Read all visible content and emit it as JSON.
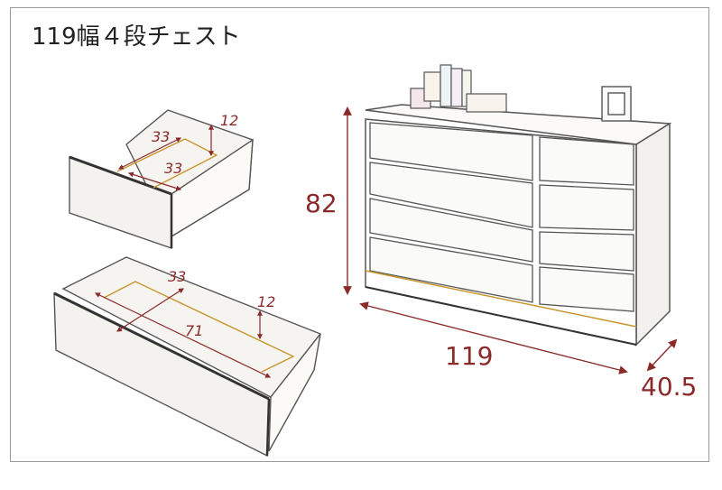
{
  "title": "119幅４段チェスト",
  "chest": {
    "height": "82",
    "width": "119",
    "depth": "40.5"
  },
  "small_drawer": {
    "inner_width": "33",
    "inner_depth": "33",
    "inner_height": "12"
  },
  "large_drawer": {
    "inner_depth": "33",
    "inner_width": "71",
    "inner_height": "12"
  },
  "colors": {
    "dimension": "#8a2a2a",
    "outline": "#555555",
    "accent_edge": "#c8962e",
    "frame": "#9a9a9a"
  }
}
